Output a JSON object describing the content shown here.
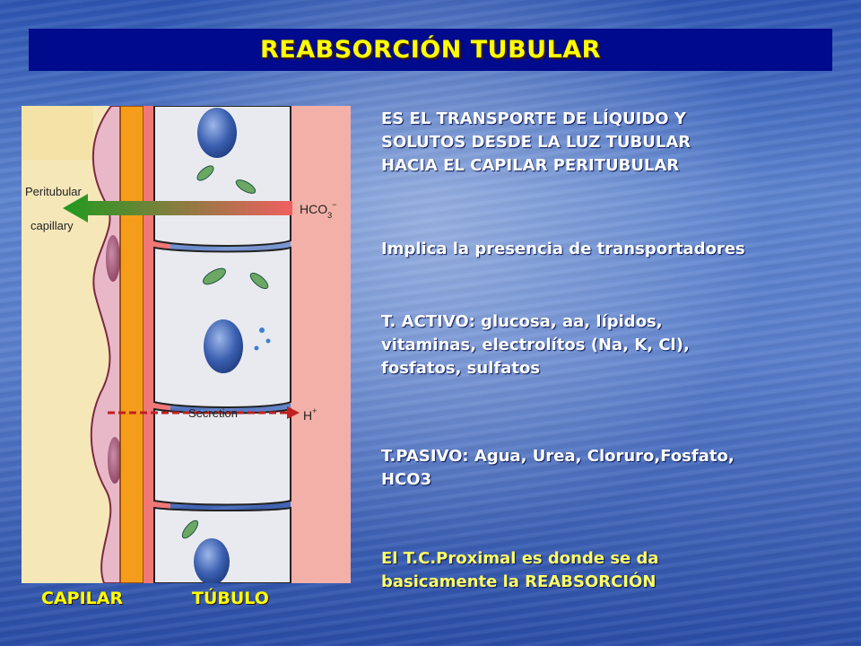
{
  "slide": {
    "title": "REABSORCIÓN TUBULAR"
  },
  "figure": {
    "labels": {
      "capillary_line1": "Peritubular",
      "capillary_line2": "capillary",
      "hco3": "HCO",
      "hco3_sub": "3",
      "hco3_sup": "−",
      "secretion": "Secretion",
      "h_ion": "H",
      "h_sup": "+"
    },
    "captions": {
      "left": "CAPILAR",
      "right": "TÚBULO"
    },
    "colors": {
      "capillary_band": "#f5e6b8",
      "basement_membrane": "#f59c1a",
      "tubule_lumen": "#f08080",
      "arrow_start": "#f06060",
      "arrow_end": "#1f9a1f"
    }
  },
  "content": {
    "definition_lines": [
      "ES EL TRANSPORTE DE LÍQUIDO Y",
      "SOLUTOS DESDE LA LUZ TUBULAR",
      "HACIA EL CAPILAR PERITUBULAR"
    ],
    "transporters": "Implica la presencia de transportadores",
    "active_lines": [
      "T. ACTIVO: glucosa, aa, lípidos,",
      "vitaminas, electrolítos (Na, K, Cl),",
      "fosfatos, sulfatos"
    ],
    "passive_lines": [
      "T.PASIVO: Agua, Urea, Cloruro,Fosfato,",
      "HCO3"
    ],
    "proximal_lines": [
      "El T.C.Proximal es donde se da",
      "basicamente la REABSORCIÓN"
    ]
  }
}
